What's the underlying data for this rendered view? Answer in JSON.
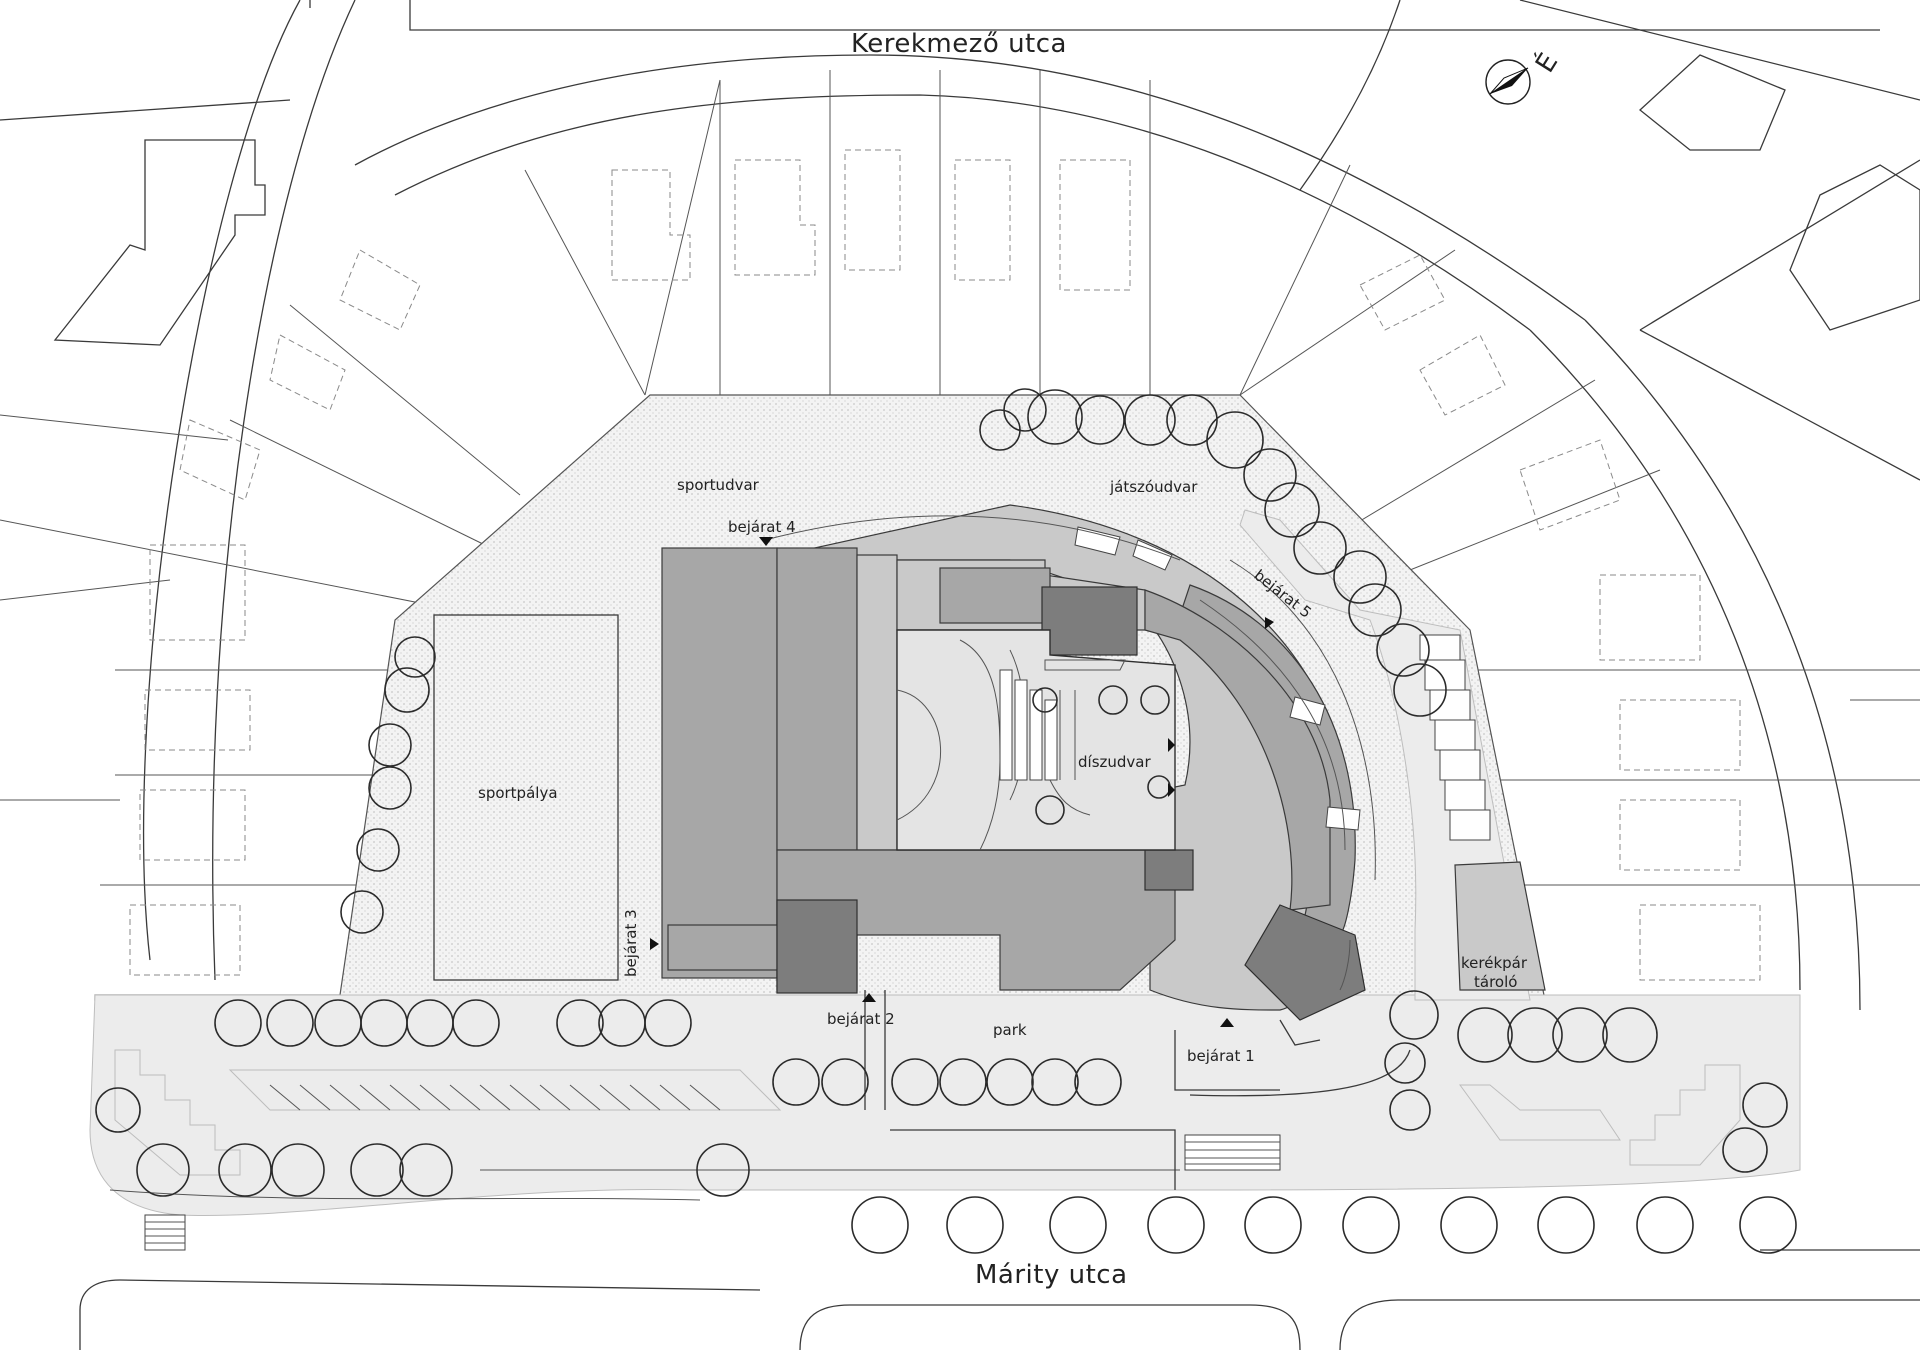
{
  "streets": {
    "north": "Kerekmező utca",
    "south": "Márity utca"
  },
  "areas": {
    "sports_yard": "sportudvar",
    "sports_field": "sportpálya",
    "play_yard": "játszóudvar",
    "ceremonial_yard": "díszudvar",
    "park": "park",
    "bike_storage_line1": "kerékpár",
    "bike_storage_line2": "tároló"
  },
  "entrances": {
    "e1": "bejárat 1",
    "e2": "bejárat 2",
    "e3": "bejárat 3",
    "e4": "bejárat 4",
    "e5": "bejárat 5"
  },
  "north_arrow": {
    "label": "É",
    "icon": "north-arrow-icon"
  },
  "colors": {
    "building_light": "#a7a7a7",
    "building_mid": "#c9c9c9",
    "building_dark": "#7d7d7d",
    "paved": "#ececec"
  }
}
